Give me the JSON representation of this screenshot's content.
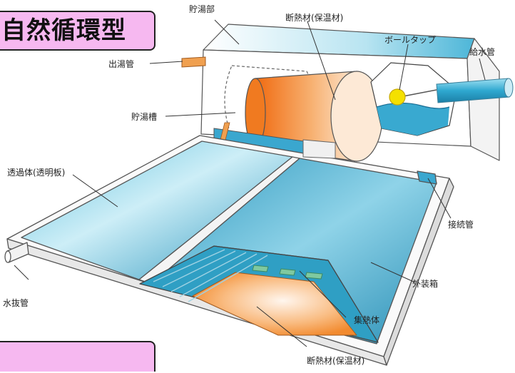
{
  "banner": {
    "title": "自然循環型",
    "bottom_text": ""
  },
  "labels": {
    "storage_part": "貯湯部",
    "insulation_top": "断熱材(保温材)",
    "ball_tap": "ボールタップ",
    "water_supply_pipe": "給水管",
    "hot_water_outlet": "出湯管",
    "storage_tank": "貯湯槽",
    "transparent_cover": "透過体(透明板)",
    "connecting_pipe": "接続管",
    "outer_box": "外装箱",
    "drain_pipe": "水抜管",
    "collector": "集熱体",
    "insulation_bottom": "断熱材(保温材)"
  },
  "colors": {
    "banner_fill": "#f6b8f0",
    "panel_blue": "#2f9fc4",
    "panel_light": "#bfe6f2",
    "insulation_orange": "#f3923a",
    "pipe_orange": "#f0a050",
    "pipe_blue": "#3db4d8",
    "ball_yellow": "#f4e000"
  }
}
